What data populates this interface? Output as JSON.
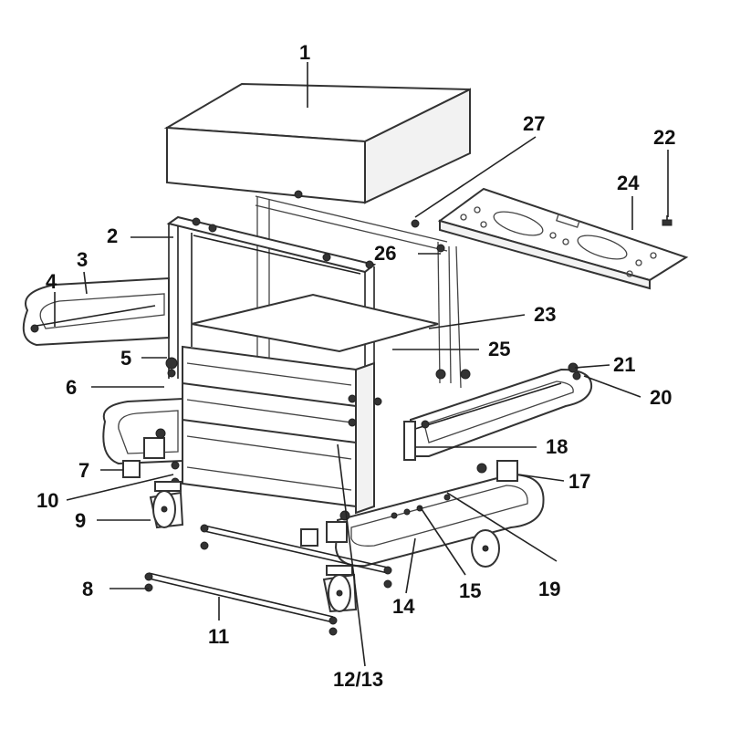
{
  "diagram": {
    "callouts": {
      "c1": "1",
      "c2": "2",
      "c3": "3",
      "c4": "4",
      "c5": "5",
      "c6": "6",
      "c7": "7",
      "c8": "8",
      "c9": "9",
      "c10": "10",
      "c11": "11",
      "c1213": "12/13",
      "c14": "14",
      "c15": "15",
      "c17": "17",
      "c18": "18",
      "c19": "19",
      "c20": "20",
      "c21": "21",
      "c22": "22",
      "c23": "23",
      "c24": "24",
      "c25": "25",
      "c26": "26",
      "c27": "27"
    }
  }
}
